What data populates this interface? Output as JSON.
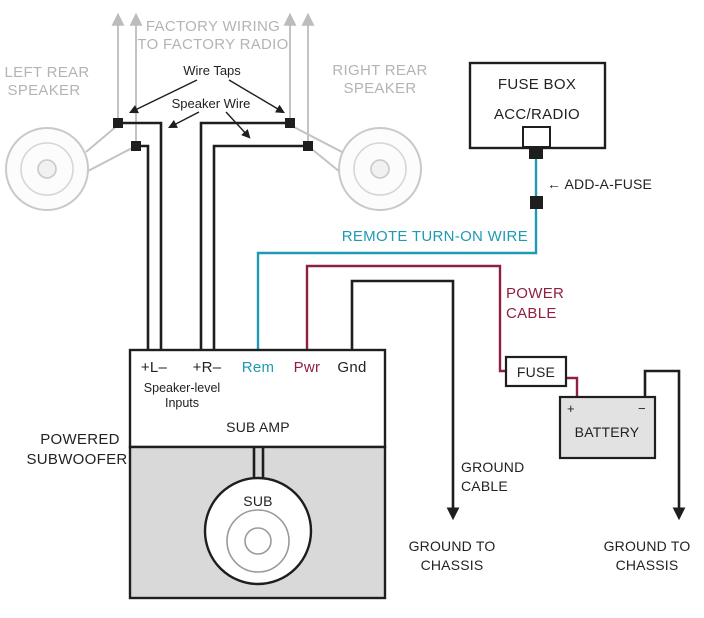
{
  "colors": {
    "gray_label": "#b4b4b4",
    "gray_wire": "#c3c3c3",
    "teal": "#1e9ab4",
    "maroon": "#8e2040",
    "wire_black": "#1e1e1e",
    "enclosure_gray": "#d9d9d9",
    "battery_gray": "#e2e2e2"
  },
  "labels": {
    "factory_wiring_line1": "FACTORY WIRING",
    "factory_wiring_line2": "TO FACTORY RADIO",
    "left_speaker_line1": "LEFT REAR",
    "left_speaker_line2": "SPEAKER",
    "right_speaker_line1": "RIGHT REAR",
    "right_speaker_line2": "SPEAKER",
    "wire_taps": "Wire Taps",
    "speaker_wire": "Speaker Wire",
    "fuse_box": "FUSE BOX",
    "acc_radio": "ACC/RADIO",
    "add_a_fuse": "← ADD-A-FUSE",
    "remote_turn_on_wire": "REMOTE TURN-ON WIRE",
    "power_cable_line1": "POWER",
    "power_cable_line2": "CABLE",
    "fuse": "FUSE",
    "battery": "BATTERY",
    "battery_plus": "+",
    "battery_minus": "−",
    "terminal_left": "+L–",
    "terminal_right": "+R–",
    "terminal_rem": "Rem",
    "terminal_pwr": "Pwr",
    "terminal_gnd": "Gnd",
    "speaker_level_line1": "Speaker-level",
    "speaker_level_line2": "Inputs",
    "sub_amp": "SUB AMP",
    "powered_subwoofer_line1": "POWERED",
    "powered_subwoofer_line2": "SUBWOOFER",
    "sub": "SUB",
    "ground_cable_line1": "GROUND",
    "ground_cable_line2": "CABLE",
    "ground_chassis_amp_line1": "GROUND TO",
    "ground_chassis_amp_line2": "CHASSIS",
    "ground_chassis_battery_line1": "GROUND TO",
    "ground_chassis_battery_line2": "CHASSIS"
  }
}
